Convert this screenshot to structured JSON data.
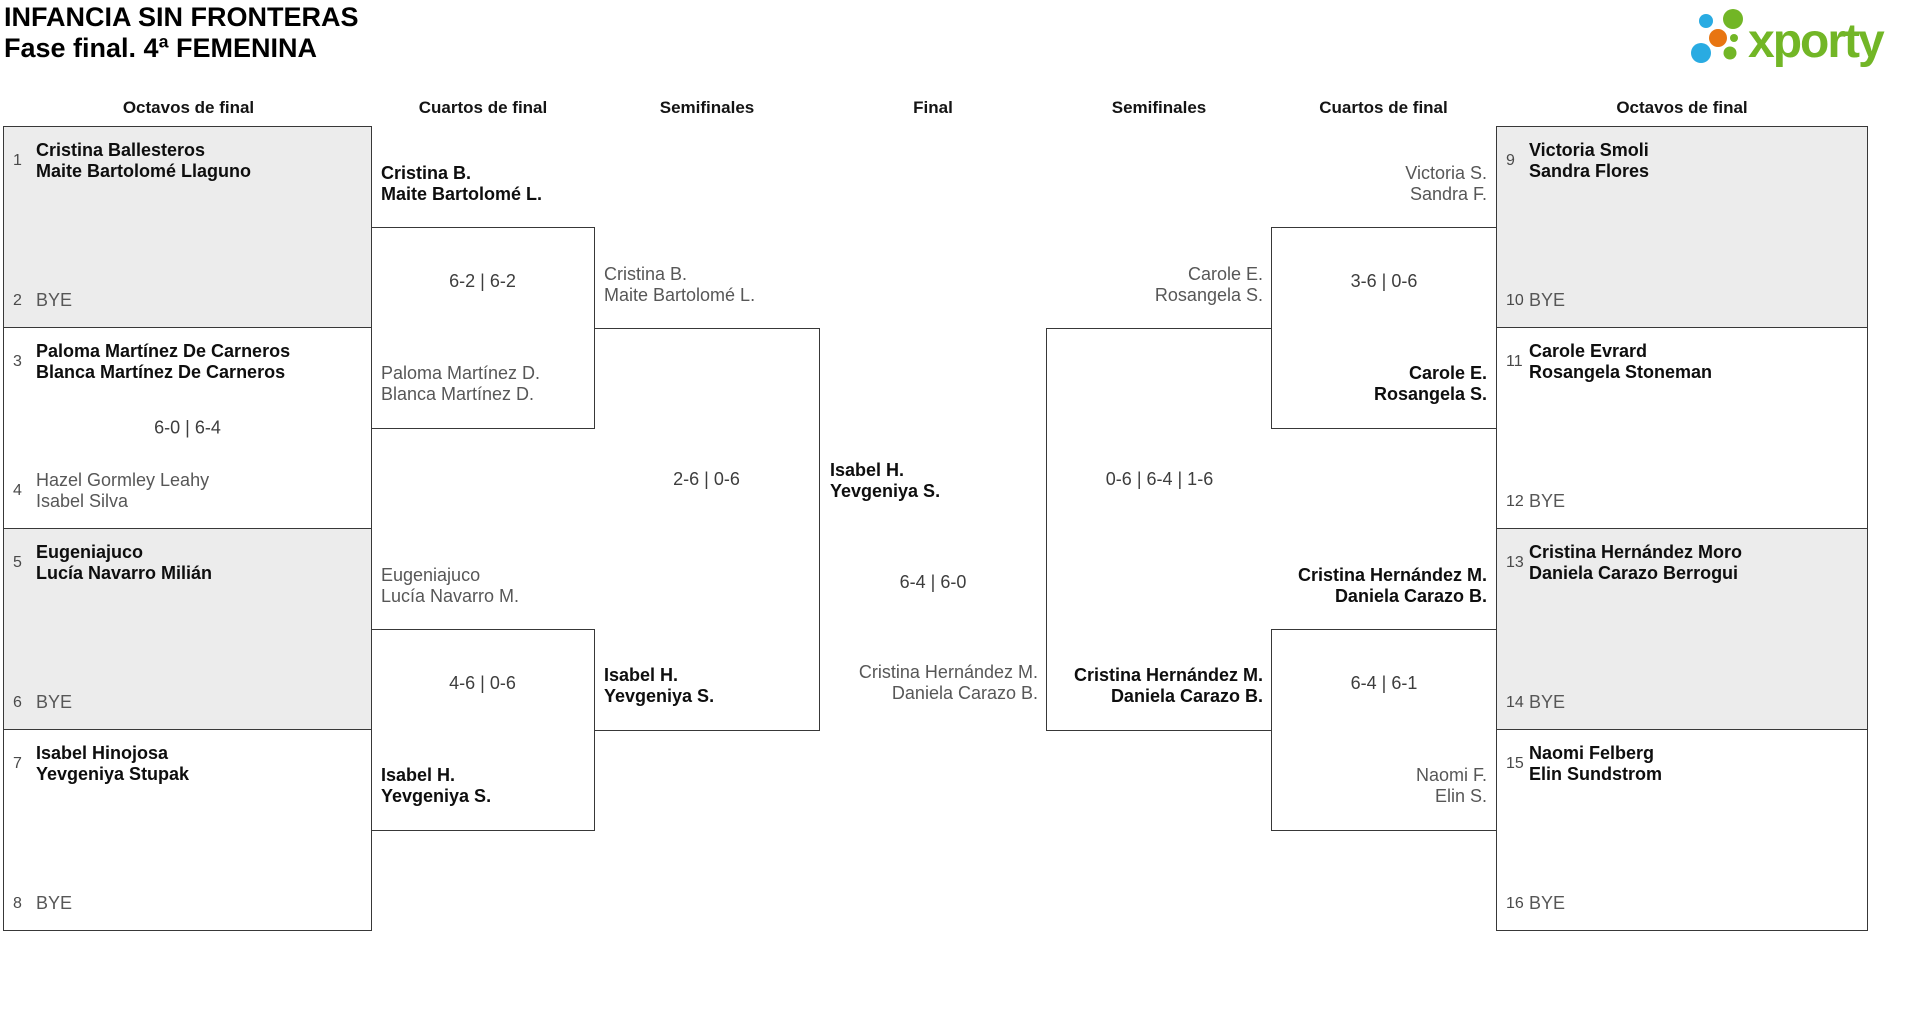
{
  "header": {
    "title_line1": "INFANCIA SIN FRONTERAS",
    "title_line2": "Fase final. 4ª FEMENINA"
  },
  "logo": {
    "text": "xporty",
    "green": "#72b626",
    "blue": "#29abe2",
    "orange": "#e87511"
  },
  "round_labels": {
    "r16_left": "Octavos de final",
    "qf_left": "Cuartos de final",
    "sf_left": "Semifinales",
    "final": "Final",
    "sf_right": "Semifinales",
    "qf_right": "Cuartos de final",
    "r16_right": "Octavos de final"
  },
  "r16_left": [
    {
      "seed_top": "1",
      "team_top": "Cristina Ballesteros\nMaite Bartolomé Llaguno",
      "seed_bottom": "2",
      "team_bottom": "BYE",
      "score": ""
    },
    {
      "seed_top": "3",
      "team_top": "Paloma Martínez De Carneros\nBlanca Martínez De Carneros",
      "seed_bottom": "4",
      "team_bottom": "Hazel Gormley Leahy\nIsabel Silva",
      "score": "6-0 | 6-4"
    },
    {
      "seed_top": "5",
      "team_top": "Eugeniajuco\nLucía Navarro Milián",
      "seed_bottom": "6",
      "team_bottom": "BYE",
      "score": ""
    },
    {
      "seed_top": "7",
      "team_top": "Isabel Hinojosa\nYevgeniya Stupak",
      "seed_bottom": "8",
      "team_bottom": "BYE",
      "score": ""
    }
  ],
  "r16_right": [
    {
      "seed_top": "9",
      "team_top": "Victoria Smoli\nSandra Flores",
      "seed_bottom": "10",
      "team_bottom": "BYE",
      "score": ""
    },
    {
      "seed_top": "11",
      "team_top": "Carole Evrard\nRosangela Stoneman",
      "seed_bottom": "12",
      "team_bottom": "BYE",
      "score": ""
    },
    {
      "seed_top": "13",
      "team_top": "Cristina Hernández Moro\nDaniela Carazo Berrogui",
      "seed_bottom": "14",
      "team_bottom": "BYE",
      "score": ""
    },
    {
      "seed_top": "15",
      "team_top": "Naomi Felberg\nElin Sundstrom",
      "seed_bottom": "16",
      "team_bottom": "BYE",
      "score": ""
    }
  ],
  "qf_left": [
    {
      "team_above": "Cristina B.\nMaite Bartolomé L.",
      "team_below": "Paloma Martínez D.\nBlanca Martínez D.",
      "score": "6-2 | 6-2"
    },
    {
      "team_above": "Eugeniajuco\nLucía Navarro M.",
      "team_below": "Isabel H.\nYevgeniya S.",
      "score": "4-6 | 0-6"
    }
  ],
  "qf_right": [
    {
      "team_above": "Victoria S.\nSandra F.",
      "team_below": "Carole E.\nRosangela S.",
      "score": "3-6 | 0-6"
    },
    {
      "team_above": "Cristina Hernández M.\nDaniela Carazo B.",
      "team_below": "Naomi F.\nElin S.",
      "score": "6-4 | 6-1"
    }
  ],
  "sf_left": {
    "team_above": "Cristina B.\nMaite Bartolomé L.",
    "team_below": "Isabel H.\nYevgeniya S.",
    "score": "2-6 | 0-6"
  },
  "sf_right": {
    "team_above": "Carole E.\nRosangela S.",
    "team_below": "Cristina Hernández M.\nDaniela Carazo B.",
    "score": "0-6 | 6-4 | 1-6"
  },
  "final": {
    "winner": "Isabel H.\nYevgeniya S.",
    "loser": "Cristina Hernández M.\nDaniela Carazo B.",
    "score": "6-4 | 6-0"
  }
}
